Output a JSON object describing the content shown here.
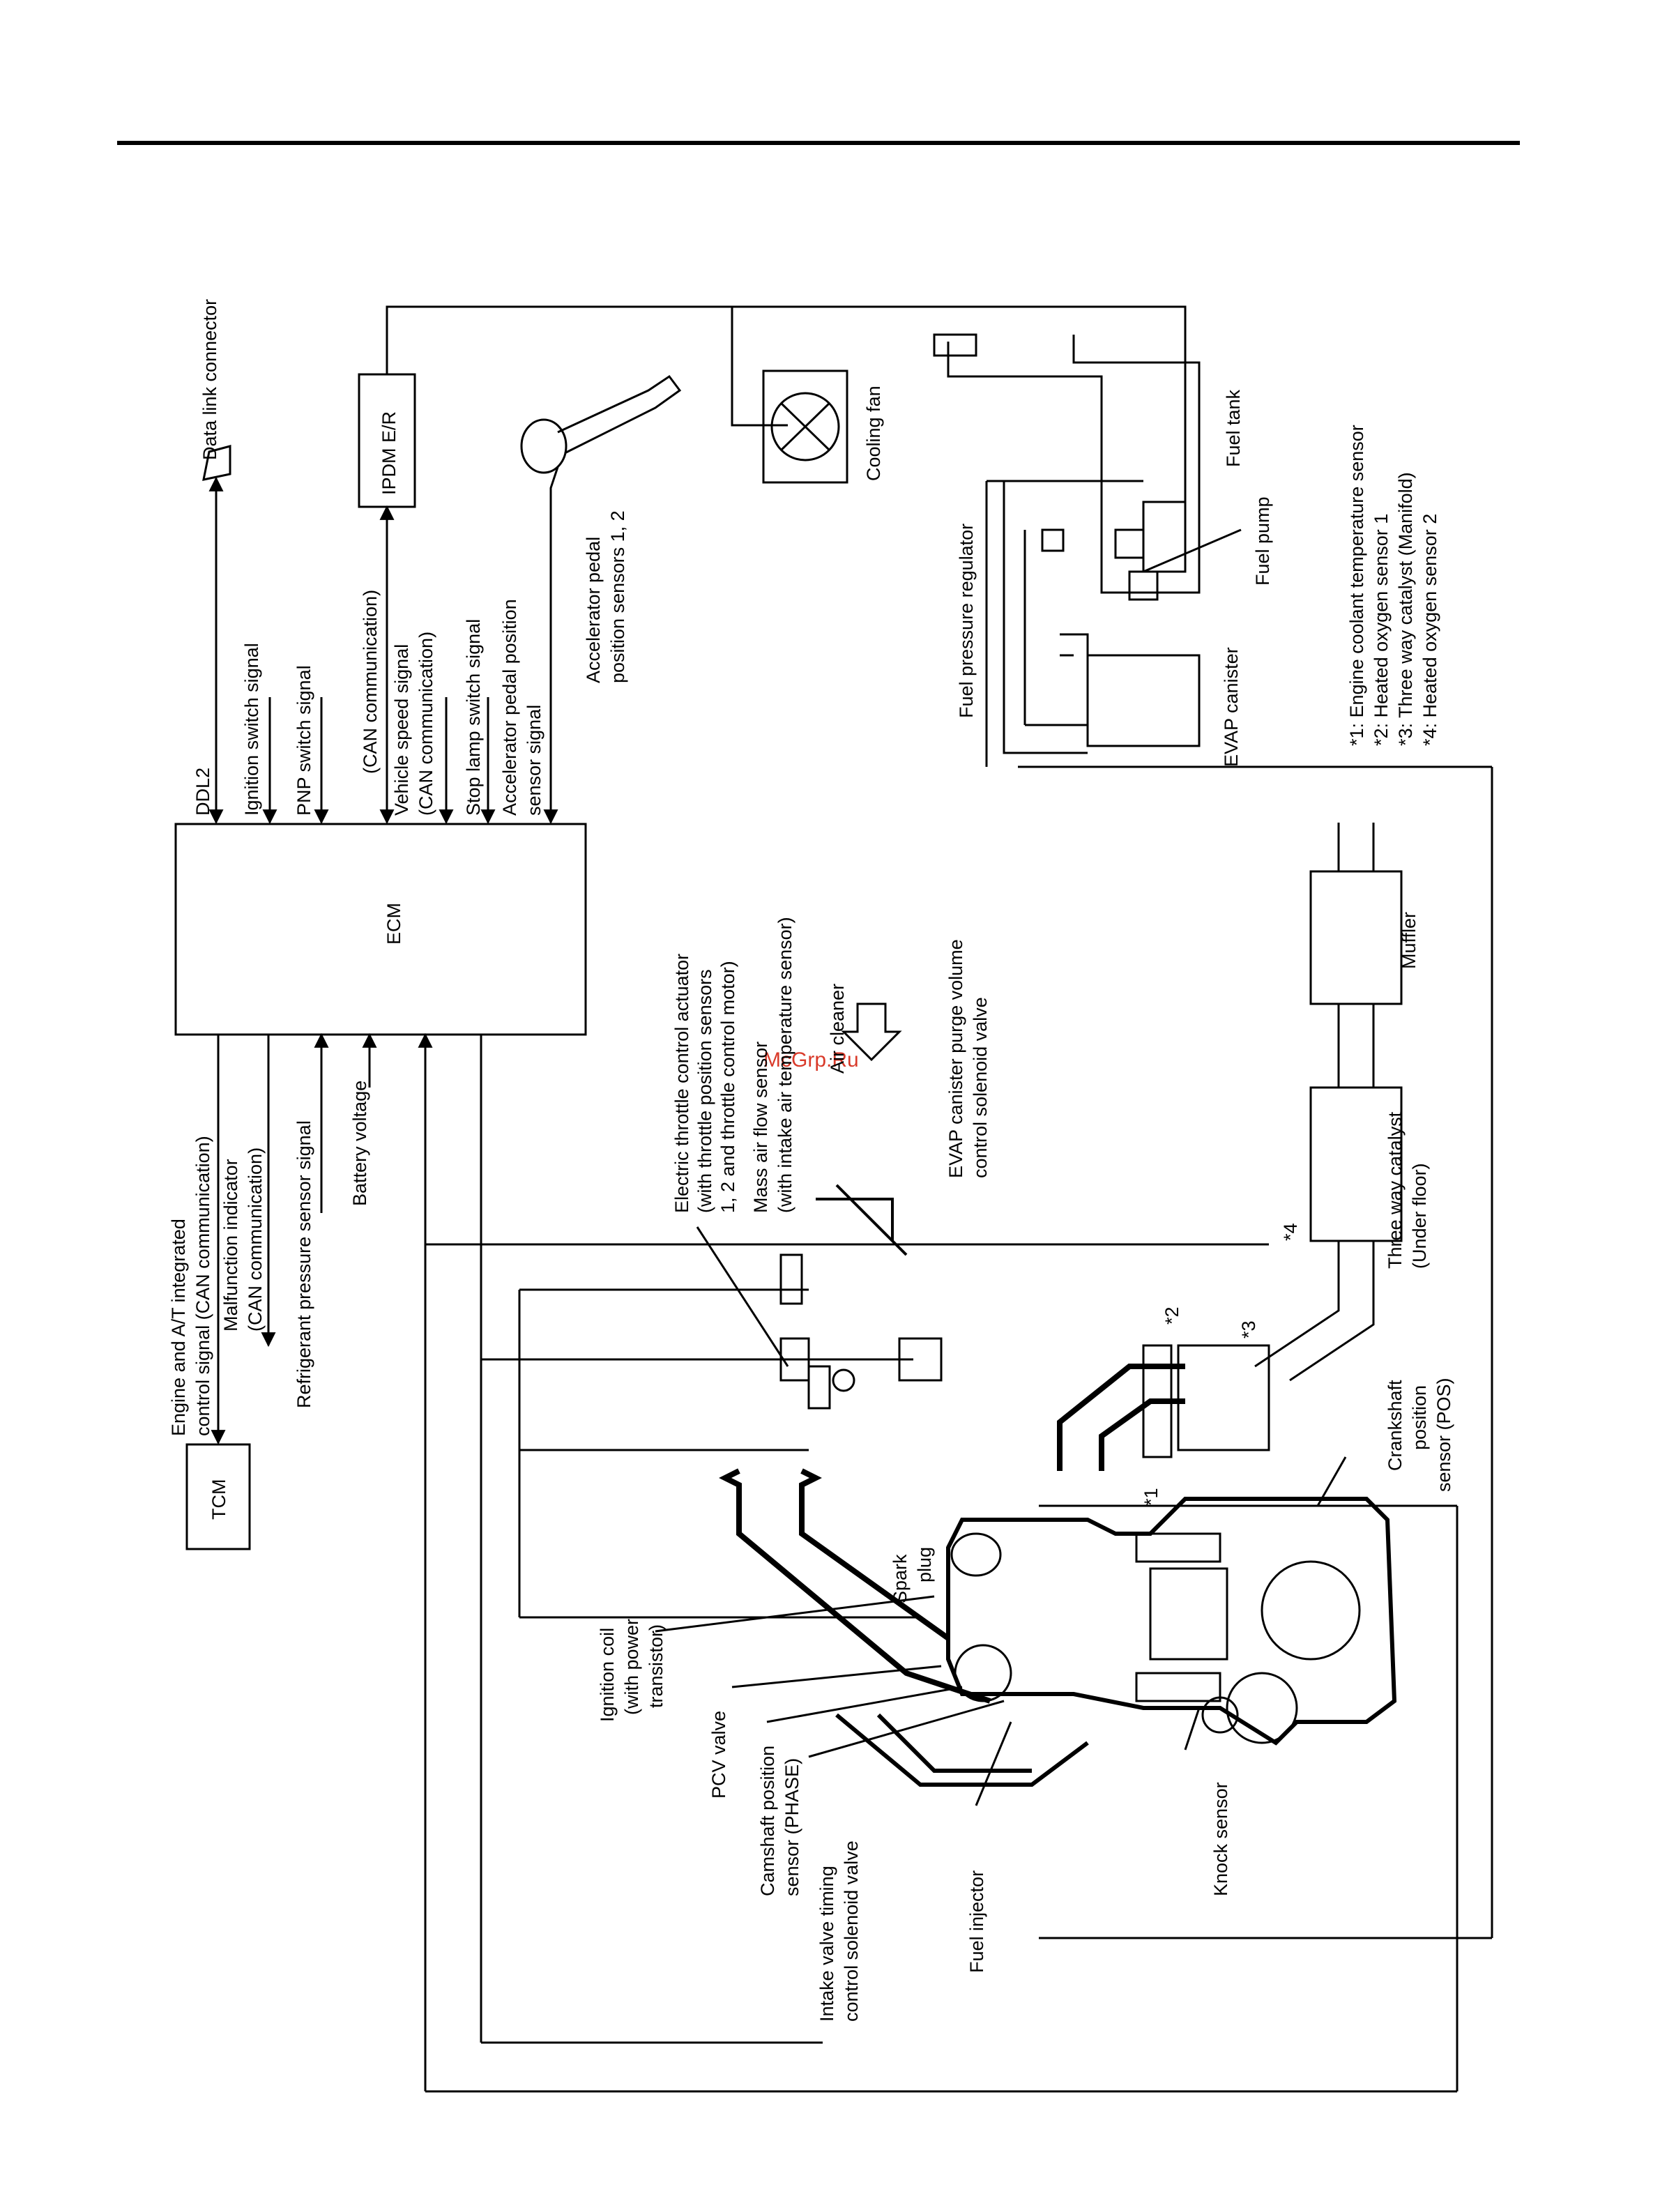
{
  "labels": {
    "ecm": "ECM",
    "tcm": "TCM",
    "ipdm": "IPDM E/R",
    "data_link_connector": "Data link connector",
    "ddl2": "DDL2",
    "ignition_switch_signal": "Ignition switch signal",
    "pnp_switch_signal": "PNP switch signal",
    "can_communication": "(CAN communication)",
    "vehicle_speed_signal_l1": "Vehicle speed signal",
    "vehicle_speed_signal_l2": "(CAN communication)",
    "stop_lamp_switch_signal": "Stop lamp switch signal",
    "app_signal_l1": "Accelerator pedal position",
    "app_signal_l2": "sensor signal",
    "app_sensors_l1": "Accelerator pedal",
    "app_sensors_l2": "position sensors 1, 2",
    "cooling_fan": "Cooling fan",
    "fuel_tank": "Fuel tank",
    "fuel_pump": "Fuel pump",
    "fuel_pressure_regulator": "Fuel pressure regulator",
    "evap_canister": "EVAP canister",
    "tcm_signal_l1": "Engine and A/T integrated",
    "tcm_signal_l2": "control signal (CAN communication)",
    "mil_l1": "Malfunction indicator",
    "mil_l2": "(CAN communication)",
    "refrigerant_pressure": "Refrigerant pressure sensor signal",
    "battery_voltage": "Battery voltage",
    "etc_l1": "Electric throttle control actuator",
    "etc_l2": "(with throttle position sensors",
    "etc_l3": "1, 2 and throttle control motor)",
    "maf_l1": "Mass air flow sensor",
    "maf_l2": "(with intake air temperature sensor)",
    "air_cleaner": "Air cleaner",
    "evap_purge_l1": "EVAP canister purge volume",
    "evap_purge_l2": "control solenoid valve",
    "muffler": "Muffler",
    "twc_floor_l1": "Three way catalyst",
    "twc_floor_l2": "(Under floor)",
    "spark_plug_l1": "Spark",
    "spark_plug_l2": "plug",
    "ignition_coil_l1": "Ignition coil",
    "ignition_coil_l2": "(with power",
    "ignition_coil_l3": "transistor)",
    "pcv_valve": "PCV valve",
    "cmp_l1": "Camshaft position",
    "cmp_l2": "sensor (PHASE)",
    "ivt_l1": "Intake valve timing",
    "ivt_l2": "control solenoid valve",
    "fuel_injector": "Fuel injector",
    "knock_sensor": "Knock sensor",
    "ckp_l1": "Crankshaft",
    "ckp_l2": "position",
    "ckp_l3": "sensor (POS)",
    "mark_1": "*1",
    "mark_2": "*2",
    "mark_3": "*3",
    "mark_4": "*4"
  },
  "legend": [
    "*1: Engine coolant temperature sensor",
    "*2: Heated oxygen sensor 1",
    "*3: Three way catalyst (Manifold)",
    "*4: Heated oxygen sensor 2"
  ],
  "watermark": "McGrp.Ru",
  "colors": {
    "line": "#000000",
    "watermark": "#d93a2a",
    "background": "#ffffff"
  }
}
